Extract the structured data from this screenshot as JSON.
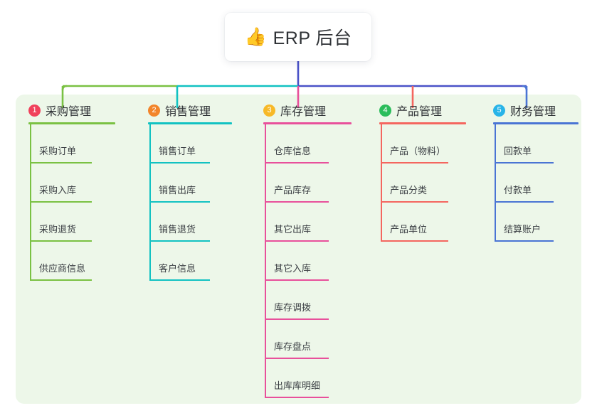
{
  "diagram": {
    "title": "ERP 后台",
    "root": {
      "label": "ERP 后台",
      "icon": "thumbs-up-icon",
      "emoji": "👍"
    },
    "canvas_background": "#edf7e9",
    "page_background": "#ffffff",
    "root_trunk_color": "#4a52c8",
    "branch_bus_colors": [
      "#7ac143",
      "#12c2c2",
      "#4a52c8"
    ],
    "columns": [
      {
        "index": "1",
        "title": "采购管理",
        "badge_color": "#f0415b",
        "line_color": "#7ac143",
        "items": [
          {
            "label": "采购订单"
          },
          {
            "label": "采购入库"
          },
          {
            "label": "采购退货"
          },
          {
            "label": "供应商信息"
          }
        ]
      },
      {
        "index": "2",
        "title": "销售管理",
        "badge_color": "#f2852b",
        "line_color": "#12c2c2",
        "items": [
          {
            "label": "销售订单"
          },
          {
            "label": "销售出库"
          },
          {
            "label": "销售退货"
          },
          {
            "label": "客户信息"
          }
        ]
      },
      {
        "index": "3",
        "title": "库存管理",
        "badge_color": "#f7b928",
        "line_color": "#e8509b",
        "items": [
          {
            "label": "仓库信息"
          },
          {
            "label": "产品库存"
          },
          {
            "label": "其它出库"
          },
          {
            "label": "其它入库"
          },
          {
            "label": "库存调拨"
          },
          {
            "label": "库存盘点"
          },
          {
            "label": "出库库明细"
          }
        ]
      },
      {
        "index": "4",
        "title": "产品管理",
        "badge_color": "#2bbd5b",
        "line_color": "#f4665f",
        "items": [
          {
            "label": "产品（物料）"
          },
          {
            "label": "产品分类"
          },
          {
            "label": "产品单位"
          }
        ]
      },
      {
        "index": "5",
        "title": "财务管理",
        "badge_color": "#28b4e8",
        "line_color": "#4a74d4",
        "items": [
          {
            "label": "回款单"
          },
          {
            "label": "付款单"
          },
          {
            "label": "结算账户"
          }
        ]
      }
    ]
  }
}
